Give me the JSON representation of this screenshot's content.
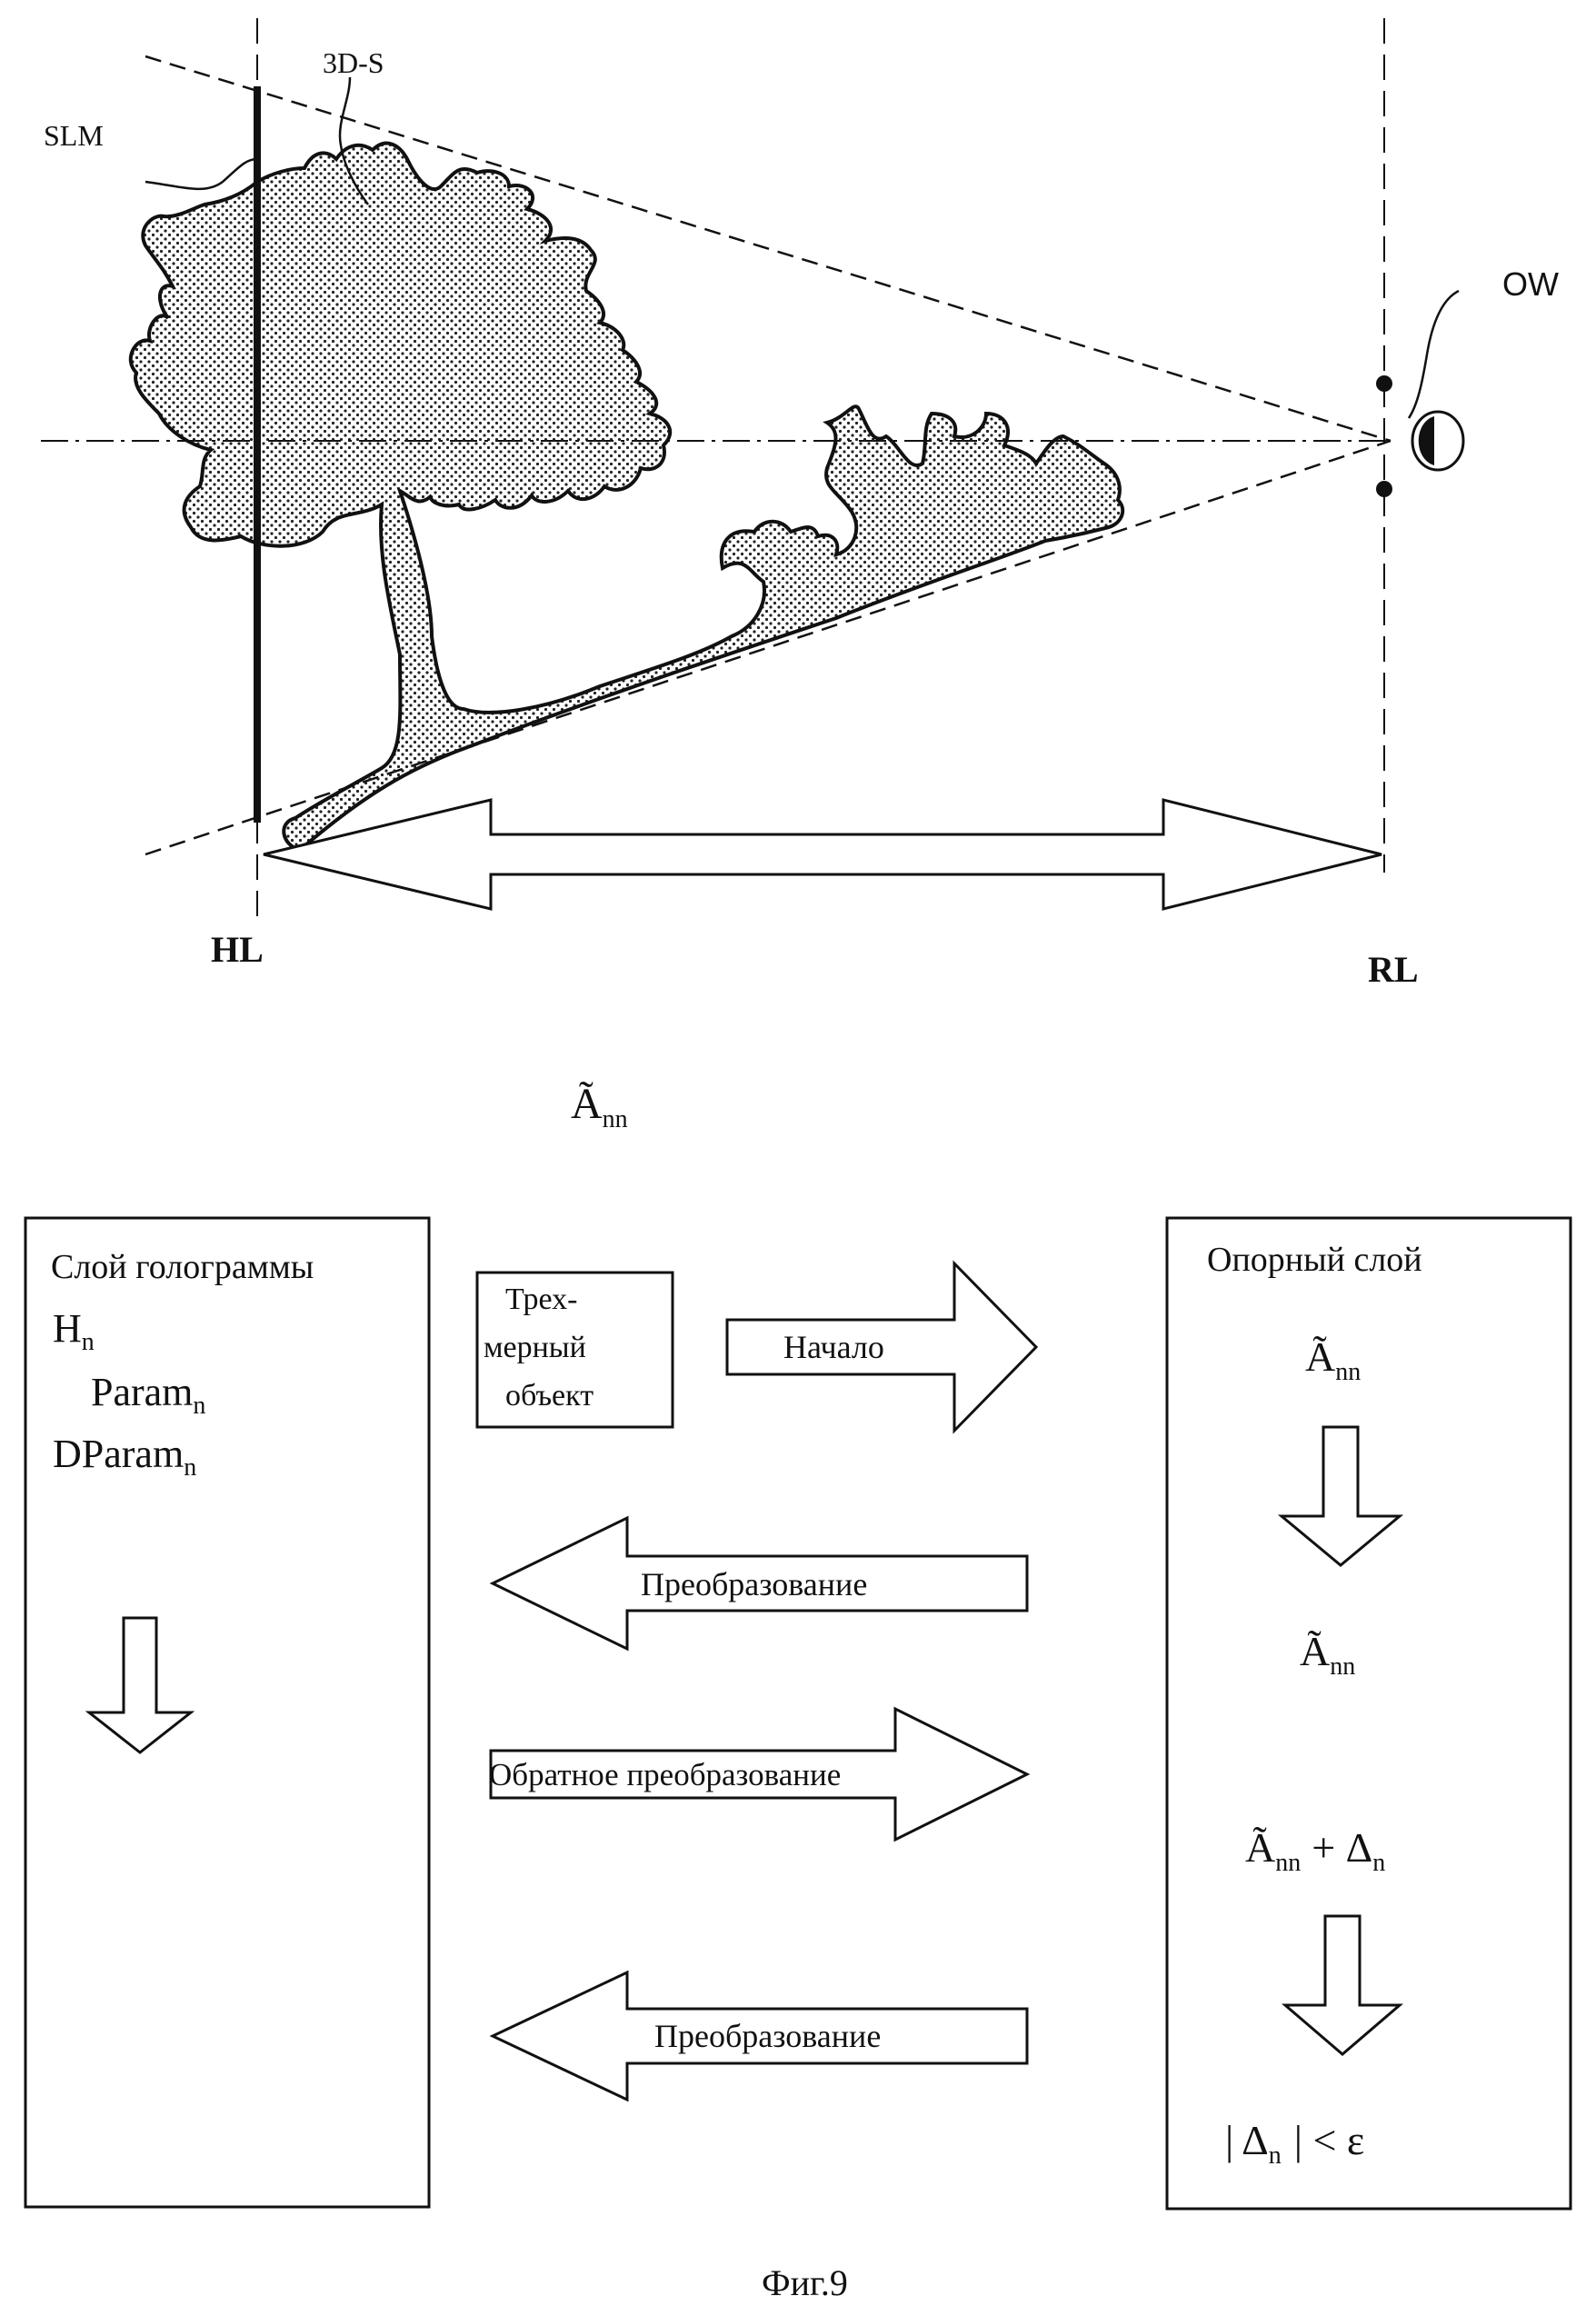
{
  "top": {
    "labels": {
      "slm": "SLM",
      "sd": "3D-S",
      "ow": "OW",
      "hl": "HL",
      "rl": "RL"
    },
    "amatrix": {
      "base": "Ã",
      "sub": "nn"
    }
  },
  "flow": {
    "left_box": {
      "title": "Слой голограммы",
      "h": {
        "base": "H",
        "sub": "n"
      },
      "param": {
        "base": "Param",
        "sub": "n"
      },
      "dparam": {
        "base": "DParam",
        "sub": "n"
      }
    },
    "object_box": {
      "line1": "Трех-",
      "line2": "мерный",
      "line3": "объект"
    },
    "arrows": {
      "start": "Начало",
      "transform1": "Преобразование",
      "inverse": "Обратное преобразование",
      "transform2": "Преобразование"
    },
    "right_box": {
      "title": "Опорный слой",
      "a1": {
        "base": "Ã",
        "sub": "nn"
      },
      "a2": {
        "base": "Ã",
        "sub": "nn"
      },
      "a3": {
        "base": "Ã",
        "sub": "nn",
        "plus": "+ Δ",
        "plus_sub": "n"
      },
      "cond": {
        "left": "| Δ",
        "sub": "n",
        "right": "| < ε"
      }
    }
  },
  "caption": "Фиг.9"
}
